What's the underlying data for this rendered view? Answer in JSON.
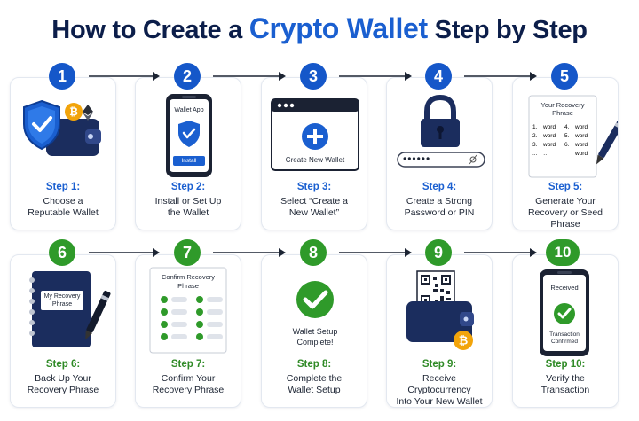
{
  "title": {
    "part1": "How to Create a",
    "highlight": "Crypto Wallet",
    "part2": "Step by Step"
  },
  "colors": {
    "navy": "#0c1e4a",
    "blue": "#1a5fd0",
    "green": "#2f9a2a"
  },
  "steps": [
    {
      "number": "1",
      "label": "Step 1:",
      "desc1": "Choose a",
      "desc2": "Reputable Wallet",
      "icon": "shield-wallet-icon"
    },
    {
      "number": "2",
      "label": "Step 2:",
      "desc1": "Install or Set Up",
      "desc2": "the Wallet",
      "icon": "phone-app-icon",
      "phone_title": "Wallet App",
      "install_label": "Install"
    },
    {
      "number": "3",
      "label": "Step 3:",
      "desc1": "Select “Create a",
      "desc2": "New Wallet”",
      "icon": "browser-plus-icon",
      "window_label": "Create New Wallet"
    },
    {
      "number": "4",
      "label": "Step 4:",
      "desc1": "Create a Strong",
      "desc2": "Password or PIN",
      "icon": "lock-icon",
      "password_mask": "••••••"
    },
    {
      "number": "5",
      "label": "Step 5:",
      "desc1": "Generate Your",
      "desc2": "Recovery or Seed Phrase",
      "icon": "seed-phrase-sheet-icon",
      "sheet_title1": "Your Recovery",
      "sheet_title2": "Phrase",
      "words": [
        {
          "n": "1.",
          "w": "word"
        },
        {
          "n": "4.",
          "w": "word"
        },
        {
          "n": "2.",
          "w": "word"
        },
        {
          "n": "5.",
          "w": "word"
        },
        {
          "n": "3.",
          "w": "word"
        },
        {
          "n": "6.",
          "w": "word"
        },
        {
          "n": "...",
          "w": "…"
        },
        {
          "n": "",
          "w": "word"
        }
      ]
    },
    {
      "number": "6",
      "label": "Step 6:",
      "desc1": "Back Up Your",
      "desc2": "Recovery Phrase",
      "icon": "notebook-pen-icon",
      "notebook_label1": "My Recovery",
      "notebook_label2": "Phrase"
    },
    {
      "number": "7",
      "label": "Step 7:",
      "desc1": "Confirm Your",
      "desc2": "Recovery Phrase",
      "icon": "confirm-checklist-icon",
      "sheet_title1": "Confirm Recovery",
      "sheet_title2": "Phrase"
    },
    {
      "number": "8",
      "label": "Step 8:",
      "desc1": "Complete the",
      "desc2": "Wallet Setup",
      "icon": "check-circle-icon",
      "caption1": "Wallet Setup",
      "caption2": "Complete!"
    },
    {
      "number": "9",
      "label": "Step 9:",
      "desc1": "Receive Cryptocurrency",
      "desc2": "Into Your New Wallet",
      "icon": "qr-wallet-icon"
    },
    {
      "number": "10",
      "label": "Step 10:",
      "desc1": "Verify the",
      "desc2": "Transaction",
      "icon": "phone-check-icon",
      "received": "Received",
      "confirm1": "Transaction",
      "confirm2": "Confirmed"
    }
  ]
}
